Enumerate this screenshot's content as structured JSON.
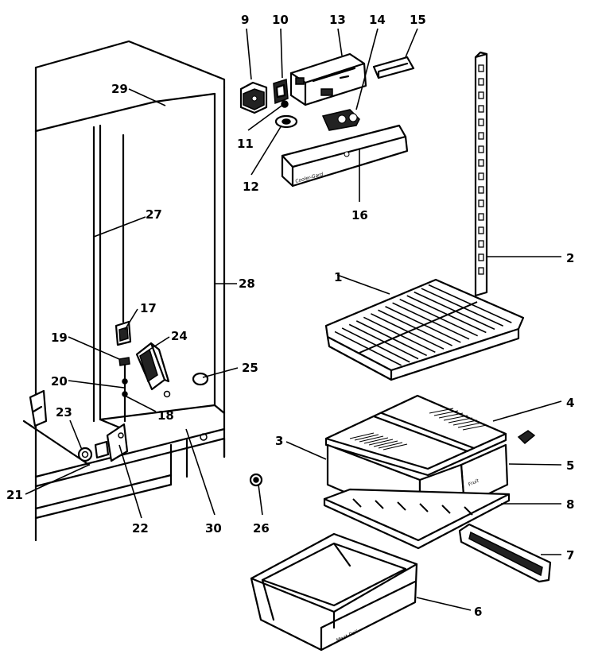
{
  "labels": {
    "l1": "1",
    "l2": "2",
    "l3": "3",
    "l4": "4",
    "l5": "5",
    "l6": "6",
    "l7": "7",
    "l8": "8",
    "l9": "9",
    "l10": "10",
    "l11": "11",
    "l12": "12",
    "l13": "13",
    "l14": "14",
    "l15": "15",
    "l16": "16",
    "l17": "17",
    "l18": "18",
    "l19": "19",
    "l20": "20",
    "l21": "21",
    "l22": "22",
    "l23": "23",
    "l24": "24",
    "l25": "25",
    "l26": "26",
    "l27": "27",
    "l28": "28",
    "l29": "29",
    "l30": "30"
  }
}
